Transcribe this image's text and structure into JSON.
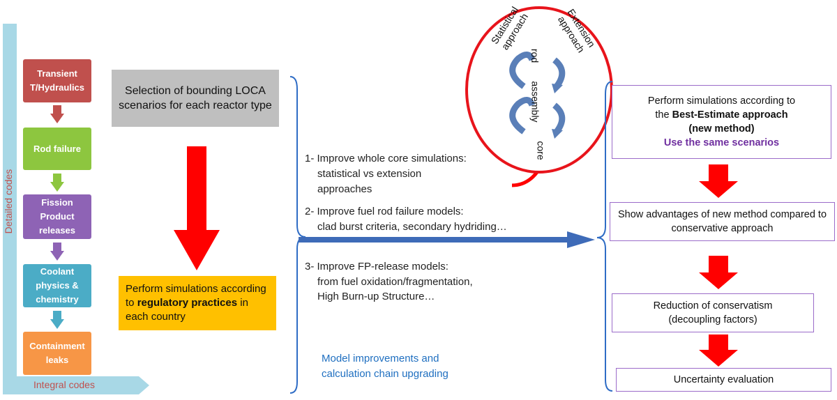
{
  "axis": {
    "detailed_codes": "Detailed codes",
    "integral_codes": "Integral codes"
  },
  "chain": [
    {
      "label": "Transient T/Hydraulics",
      "color": "#c0504d"
    },
    {
      "label": "Rod failure",
      "color": "#8dc63f"
    },
    {
      "label": "Fission Product releases",
      "color": "#8e63b5"
    },
    {
      "label": "Coolant physics & chemistry",
      "color": "#4bacc6"
    },
    {
      "label": "Containment leaks",
      "color": "#f79646"
    }
  ],
  "gray_box": "Selection of bounding LOCA  scenarios for each reactor type",
  "yellow_box": {
    "pre": "Perform simulations according to ",
    "bold": "regulatory practices",
    "post": " in each country"
  },
  "improvements": {
    "item1_line1": "1- Improve whole core simulations:",
    "item1_line2": "statistical vs extension",
    "item1_line3": "approaches",
    "item2_line1": "2- Improve fuel rod failure models:",
    "item2_line2": "clad burst criteria, secondary hydriding…",
    "item3_line1": "3- Improve FP-release models:",
    "item3_line2": "from fuel oxidation/fragmentation,",
    "item3_line3": "High Burn-up Structure…",
    "footer_line1": "Model improvements and",
    "footer_line2": "calculation chain upgrading"
  },
  "circle": {
    "statistical": "Statistical approach",
    "extension": "Extension approach",
    "rod": "rod",
    "assembly": "assembly",
    "core": "core"
  },
  "right": {
    "box1_line1": "Perform simulations according to",
    "box1_pre": "the ",
    "box1_bold": "Best-Estimate approach",
    "box1_line3": "(new method)",
    "box1_purple": "Use the same scenarios",
    "box2": "Show advantages of new method compared to conservative approach",
    "box3_line1": "Reduction of conservatism",
    "box3_line2": "(decoupling factors)",
    "box4": "Uncertainty evaluation"
  },
  "colors": {
    "accent_red": "#ff0000",
    "gray_box": "#bfbfbf",
    "yellow_box": "#ffc000",
    "blue_text": "#1f6fc0",
    "purple_text": "#7030a0",
    "axis_blue": "#9fd3e3",
    "axis_text": "#c0504d"
  }
}
